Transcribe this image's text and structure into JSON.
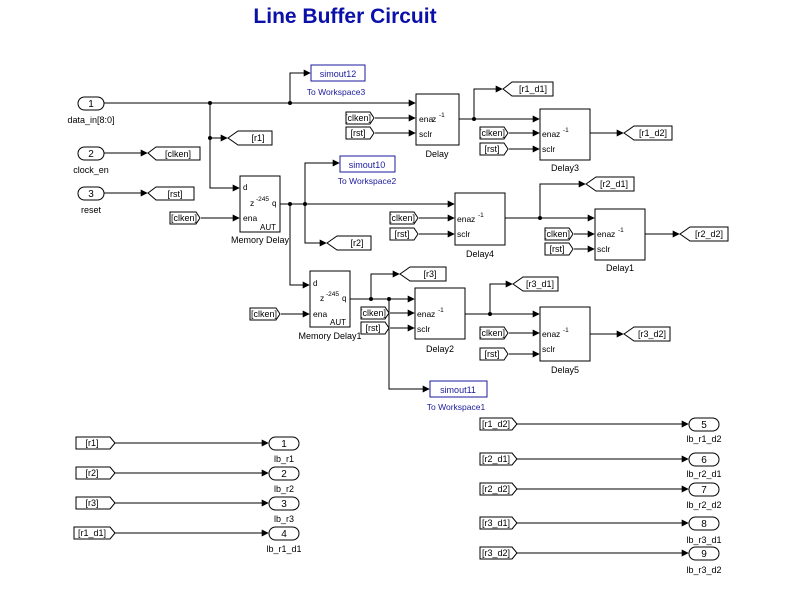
{
  "title": "Line Buffer Circuit",
  "colors": {
    "title": "#0a10a8",
    "workspace_label": "#1a1a9c",
    "lines": "#000000"
  },
  "inports": [
    {
      "num": "1",
      "name": "data_in[8:0]"
    },
    {
      "num": "2",
      "name": "clock_en"
    },
    {
      "num": "3",
      "name": "reset"
    }
  ],
  "workspaces": [
    {
      "var": "simout12",
      "name": "To Workspace3"
    },
    {
      "var": "simout10",
      "name": "To Workspace2"
    },
    {
      "var": "simout11",
      "name": "To Workspace1"
    }
  ],
  "goto_tags": [
    "[r1]",
    "[clken]",
    "[rst]",
    "[r1_d1]",
    "[r1_d2]",
    "[r2_d1]",
    "[r2_d2]",
    "[r2]",
    "[r3]",
    "[r3_d1]",
    "[r3_d2]"
  ],
  "from_tags": {
    "clken": "[clken]",
    "rst": "[rst]"
  },
  "ports": {
    "ena": "ena",
    "sclr": "sclr",
    "d": "d",
    "q": "q",
    "aut": "AUT",
    "zinv": "z",
    "zexp": "-1",
    "mexp": "-245"
  },
  "delays": [
    "Delay",
    "Delay3",
    "Delay4",
    "Delay1",
    "Delay2",
    "Delay5"
  ],
  "memory_delays": [
    "Memory Delay",
    "Memory Delay1"
  ],
  "left_outputs": [
    {
      "tag": "[r1]",
      "num": "1",
      "name": "lb_r1"
    },
    {
      "tag": "[r2]",
      "num": "2",
      "name": "lb_r2"
    },
    {
      "tag": "[r3]",
      "num": "3",
      "name": "lb_r3"
    },
    {
      "tag": "[r1_d1]",
      "num": "4",
      "name": "lb_r1_d1"
    }
  ],
  "right_outputs": [
    {
      "tag": "[r1_d2]",
      "num": "5",
      "name": "lb_r1_d2"
    },
    {
      "tag": "[r2_d1]",
      "num": "6",
      "name": "lb_r2_d1"
    },
    {
      "tag": "[r2_d2]",
      "num": "7",
      "name": "lb_r2_d2"
    },
    {
      "tag": "[r3_d1]",
      "num": "8",
      "name": "lb_r3_d1"
    },
    {
      "tag": "[r3_d2]",
      "num": "9",
      "name": "lb_r3_d2"
    }
  ]
}
